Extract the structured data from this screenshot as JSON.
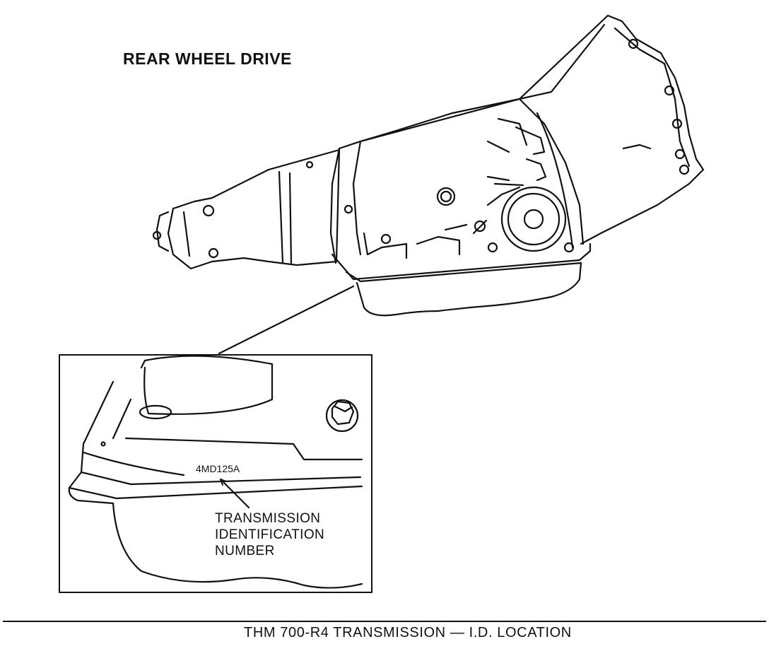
{
  "header": {
    "title": "REAR WHEEL DRIVE"
  },
  "detail": {
    "stamp_text": "4MD125A",
    "callout_lines": [
      "TRANSMISSION",
      "IDENTIFICATION",
      "NUMBER"
    ]
  },
  "caption": "THM 700-R4 TRANSMISSION — I.D. LOCATION",
  "colors": {
    "ink": "#111111",
    "paper": "#ffffff"
  }
}
